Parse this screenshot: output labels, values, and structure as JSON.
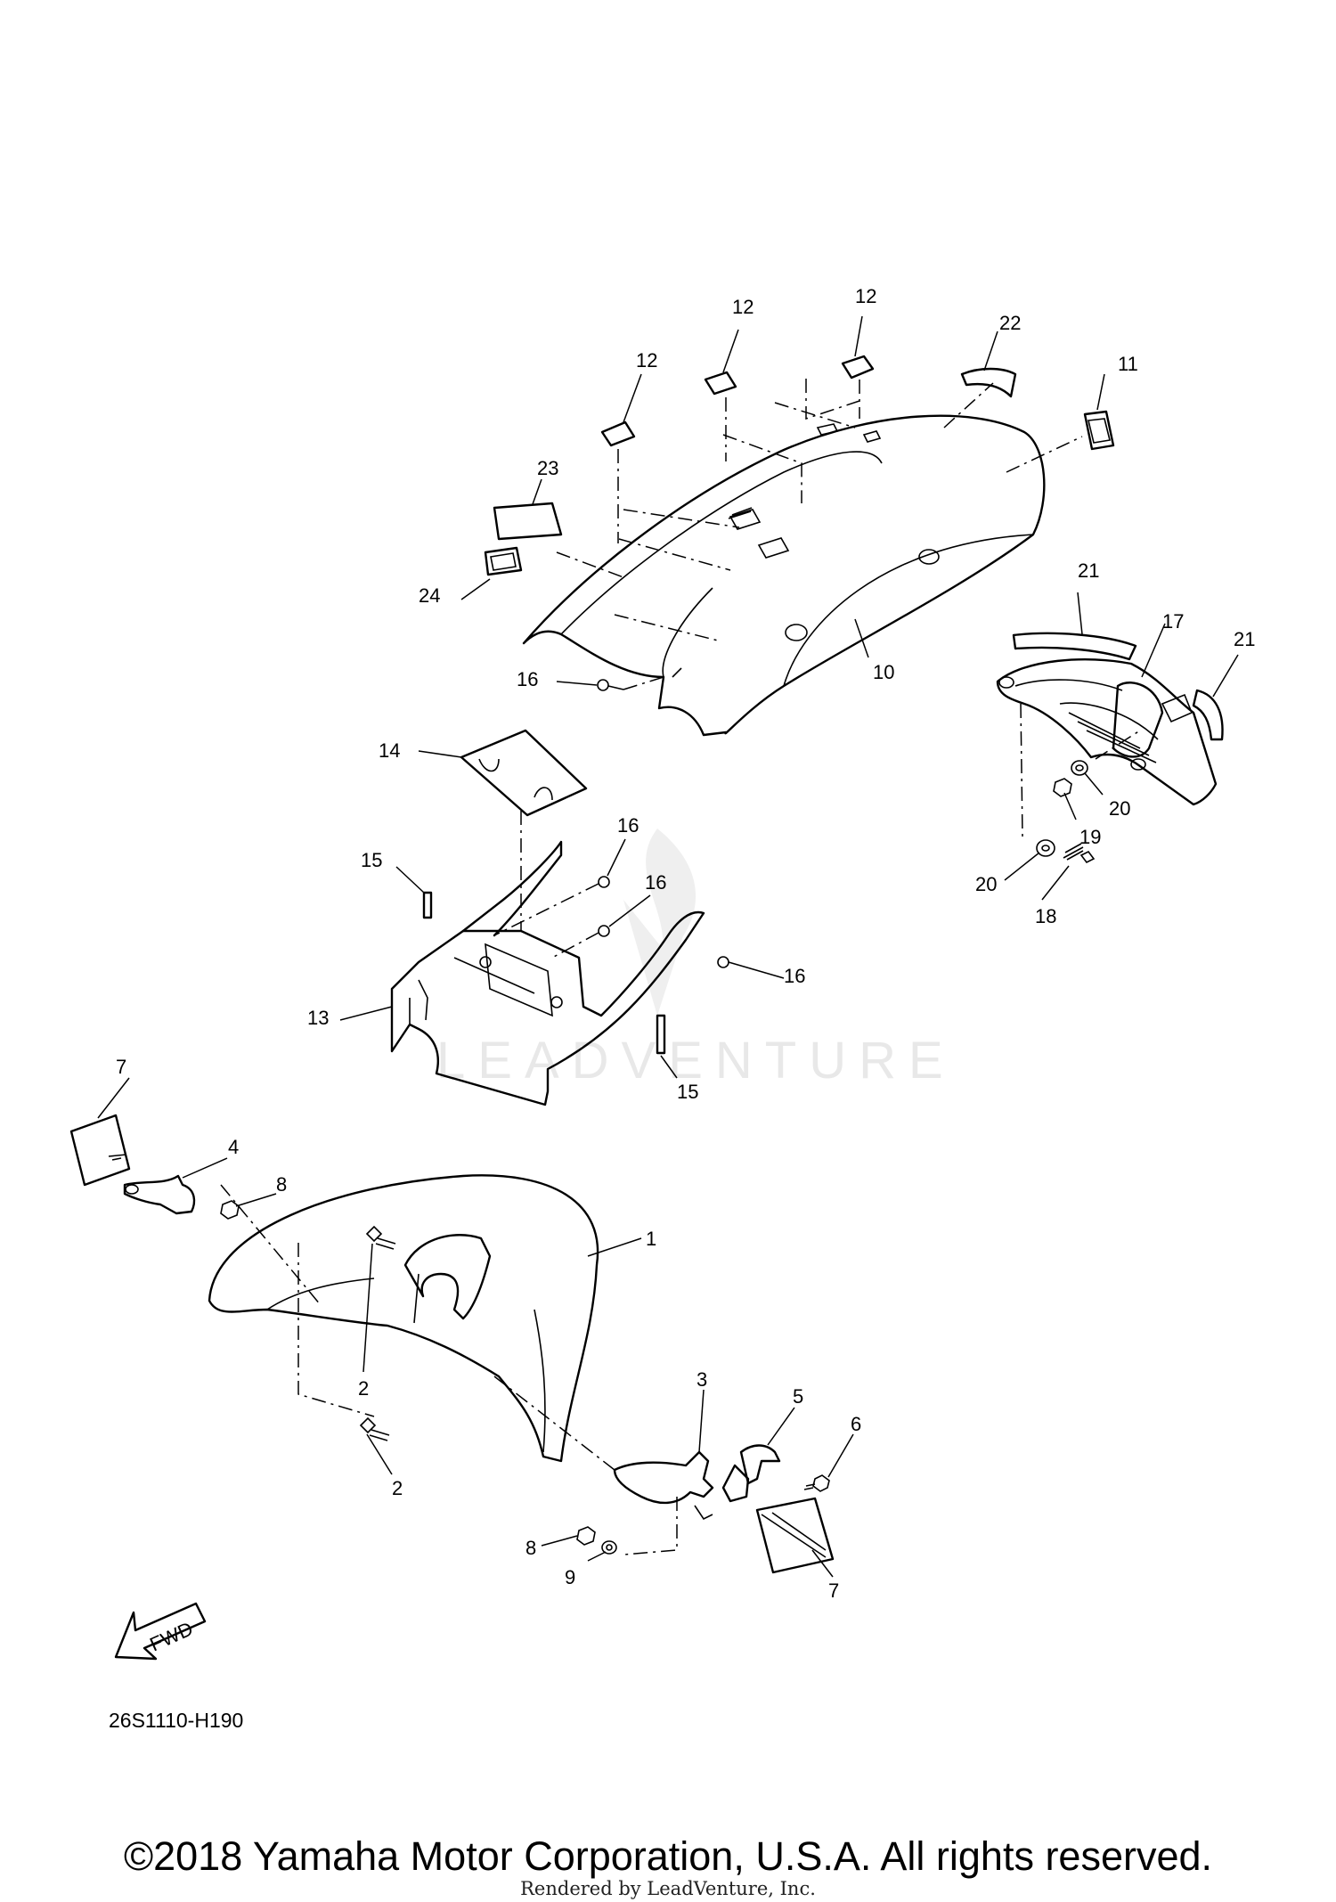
{
  "diagram": {
    "watermark": "LEADVENTURE",
    "fwd_label": "FWD",
    "part_code": "26S1110-H190",
    "callouts": [
      {
        "id": "c12a",
        "text": "12"
      },
      {
        "id": "c12b",
        "text": "12"
      },
      {
        "id": "c12c",
        "text": "12"
      },
      {
        "id": "c22",
        "text": "22"
      },
      {
        "id": "c11",
        "text": "11"
      },
      {
        "id": "c23",
        "text": "23"
      },
      {
        "id": "c24",
        "text": "24"
      },
      {
        "id": "c16a",
        "text": "16"
      },
      {
        "id": "c10",
        "text": "10"
      },
      {
        "id": "c21a",
        "text": "21"
      },
      {
        "id": "c17",
        "text": "17"
      },
      {
        "id": "c21b",
        "text": "21"
      },
      {
        "id": "c20a",
        "text": "20"
      },
      {
        "id": "c19",
        "text": "19"
      },
      {
        "id": "c20b",
        "text": "20"
      },
      {
        "id": "c18",
        "text": "18"
      },
      {
        "id": "c14",
        "text": "14"
      },
      {
        "id": "c16b",
        "text": "16"
      },
      {
        "id": "c15a",
        "text": "15"
      },
      {
        "id": "c16c",
        "text": "16"
      },
      {
        "id": "c13",
        "text": "13"
      },
      {
        "id": "c16d",
        "text": "16"
      },
      {
        "id": "c15b",
        "text": "15"
      },
      {
        "id": "c7a",
        "text": "7"
      },
      {
        "id": "c4",
        "text": "4"
      },
      {
        "id": "c8a",
        "text": "8"
      },
      {
        "id": "c1",
        "text": "1"
      },
      {
        "id": "c2a",
        "text": "2"
      },
      {
        "id": "c2b",
        "text": "2"
      },
      {
        "id": "c3",
        "text": "3"
      },
      {
        "id": "c5",
        "text": "5"
      },
      {
        "id": "c6",
        "text": "6"
      },
      {
        "id": "c8b",
        "text": "8"
      },
      {
        "id": "c9",
        "text": "9"
      },
      {
        "id": "c7b",
        "text": "7"
      }
    ]
  },
  "footer": {
    "copyright": "©2018 Yamaha Motor Corporation, U.S.A. All rights reserved.",
    "rendered_by": "Rendered by LeadVenture, Inc."
  }
}
